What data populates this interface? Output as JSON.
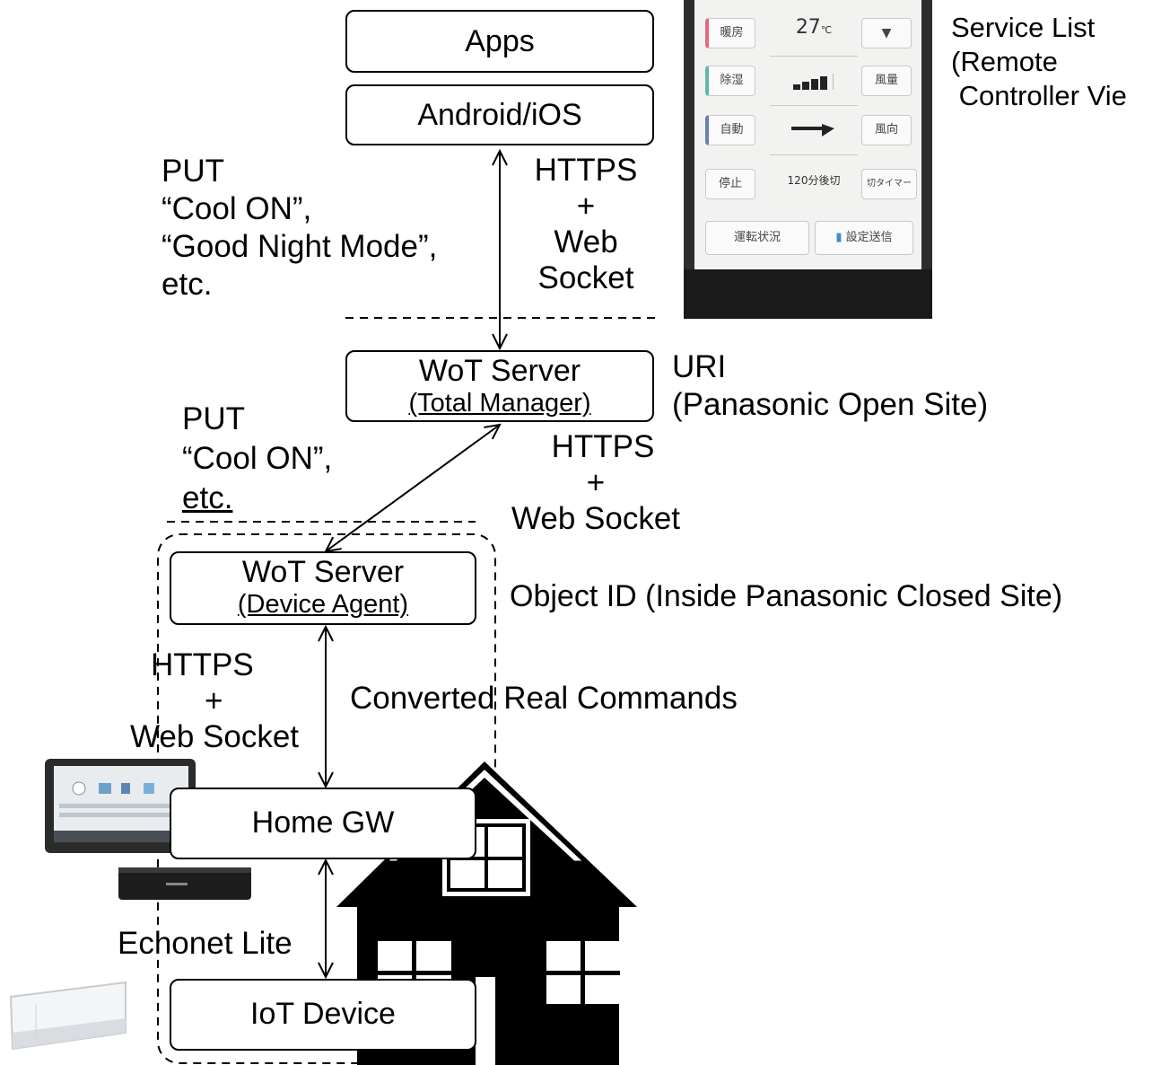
{
  "boxes": {
    "apps": "Apps",
    "os": "Android/iOS",
    "wot_total": "WoT Server",
    "wot_total_sub": "(Total Manager)",
    "wot_agent": "WoT Server",
    "wot_agent_sub": "(Device Agent)",
    "home_gw": "Home GW",
    "iot_device": "IoT Device"
  },
  "labels": {
    "put_top": [
      "PUT",
      "“Cool ON”,",
      "“Good Night Mode”,",
      "etc."
    ],
    "https_top": [
      "HTTPS",
      "+",
      "Web",
      "Socket"
    ],
    "uri": [
      "URI",
      "(Panasonic Open Site)"
    ],
    "put_mid": [
      "PUT",
      "“Cool ON”,",
      "etc."
    ],
    "https_mid": [
      "HTTPS",
      "+",
      "Web Socket"
    ],
    "object_id": "Object ID (Inside Panasonic Closed Site)",
    "https_low": [
      "HTTPS",
      "+",
      "Web Socket"
    ],
    "converted": "Converted Real Commands",
    "echonet": "Echonet Lite",
    "service_list": [
      "Service List",
      "(Remote",
      " Controller Vie"
    ]
  },
  "phone": {
    "left_buttons": [
      "暖房",
      "除湿",
      "自動",
      "停止"
    ],
    "temp": "27",
    "temp_unit": "℃",
    "timer": "120分後切",
    "right_buttons": [
      "▼",
      "風量",
      "風向",
      "切タイマー"
    ],
    "bottom_left": "運転状況",
    "bottom_right": "設定送信",
    "accent_colors": [
      "#e06b7a",
      "#5fb8a8",
      "#6a7fb5",
      "#bbbbbb"
    ]
  }
}
